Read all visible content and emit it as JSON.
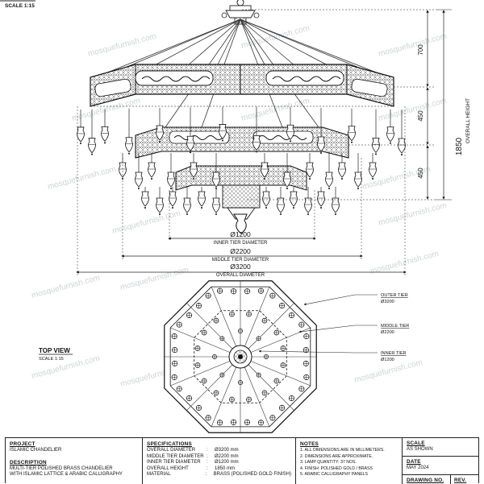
{
  "header": {
    "scale_label": "SCALE 1:15",
    "watermark": "mosquefurnish.com"
  },
  "elevation": {
    "dims": {
      "top": "700",
      "middle": "450",
      "bottom": "450",
      "overall": "1850",
      "overall_label": "OVERALL HEIGHT"
    },
    "inner_diameter": "Ø1200",
    "inner_label": "INNER TIER DIAMETER",
    "middle_diameter": "Ø2200",
    "middle_label": "MIDDLE TIER DIAMETER",
    "overall_diameter": "Ø3200",
    "overall_label": "OVERALL DIAMETER"
  },
  "top_view": {
    "title": "TOP VIEW",
    "scale": "SCALE 1:15",
    "callouts": [
      {
        "label": "OUTER TIER",
        "value": "Ø3200"
      },
      {
        "label": "MIDDLE TIER",
        "value": "Ø2200"
      },
      {
        "label": "INNER TIER",
        "value": "Ø1200"
      }
    ]
  },
  "title_block": {
    "project_h": "PROJECT",
    "project": "ISLAMIC CHANDELIER",
    "description_h": "DESCRIPTION",
    "description_1": "MULTI-TIER POLISHED BRASS CHANDELIER",
    "description_2": "WITH ISLAMIC LATTICE & ARABIC CALLIGRAPHY",
    "specs_h": "SPECIFICATIONS",
    "specs": [
      {
        "k": "OVERALL DIAMETER",
        "v": "Ø3200 mm"
      },
      {
        "k": "MIDDLE TIER DIAMETER",
        "v": "Ø2200 mm"
      },
      {
        "k": "INNER TIER DIAMETER",
        "v": "Ø1200 mm"
      },
      {
        "k": "OVERALL HEIGHT",
        "v": "1850 mm"
      },
      {
        "k": "MATERIAL",
        "v": "BRASS (POLISHED GOLD FINISH)"
      }
    ],
    "notes_h": "NOTES",
    "notes": [
      "1.  ALL DIMENSIONS ARE IN MILLIMETERS.",
      "2.  DIMENSIONS ARE APPROXIMATE.",
      "3.  LAMP QUANTITY: 37 NOS.",
      "4.  FINISH: POLISHED GOLD / BRASS",
      "5.  ARABIC CALLIGRAPHY PANELS"
    ],
    "scale_h": "SCALE",
    "scale": "AS SHOWN",
    "date_h": "DATE",
    "date": "MAY 2024",
    "drawing_h": "DRAWING NO.",
    "rev_h": "REV."
  }
}
